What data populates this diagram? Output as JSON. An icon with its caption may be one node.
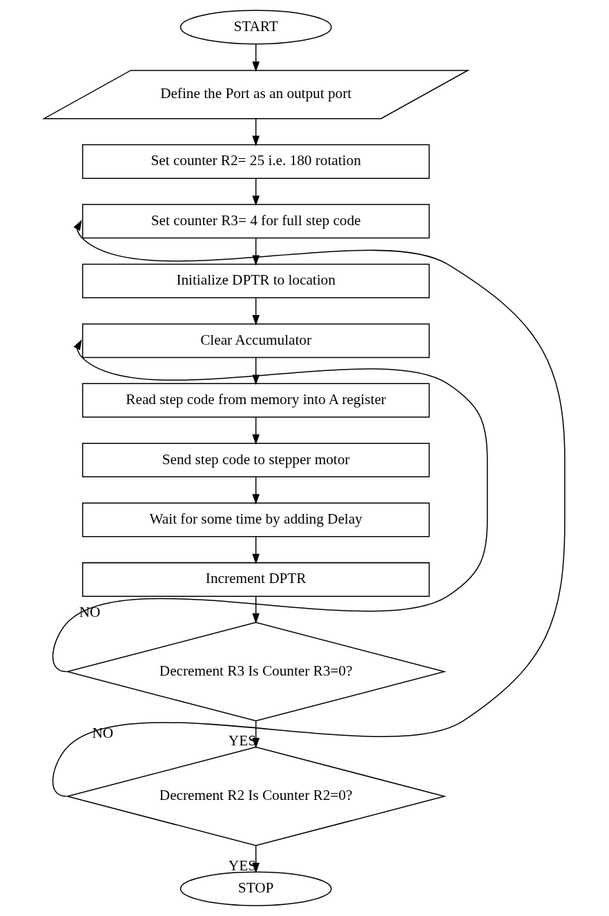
{
  "diagram": {
    "nodes": [
      {
        "text": [
          "START"
        ]
      },
      {
        "text": [
          "Define the Port as an output port"
        ]
      },
      {
        "text": [
          "Set counter R2= 25 i.e. 180 rotation"
        ]
      },
      {
        "text": [
          "Set counter R3= 4 for full step code"
        ]
      },
      {
        "text": [
          "Initialize DPTR to location"
        ]
      },
      {
        "text": [
          "Clear Accumulator"
        ]
      },
      {
        "text": [
          "Read step code from memory into A register"
        ]
      },
      {
        "text": [
          "Send step code to stepper motor"
        ]
      },
      {
        "text": [
          "Wait for some time by adding Delay"
        ]
      },
      {
        "text": [
          "Increment DPTR"
        ]
      },
      {
        "text": [
          "Decrement R3 Is Counter R3=0?"
        ]
      },
      {
        "text": [
          "Decrement R2 Is Counter R2=0?"
        ]
      },
      {
        "text": [
          "STOP"
        ]
      }
    ],
    "edges": [
      {
        "from": 0,
        "to": 1,
        "arrow": "to"
      },
      {
        "from": 1,
        "to": 2,
        "arrow": "to"
      },
      {
        "from": 2,
        "to": 3,
        "arrow": "to"
      },
      {
        "from": 3,
        "to": 4,
        "arrow": "to"
      },
      {
        "from": 4,
        "to": 5,
        "arrow": "to"
      },
      {
        "from": 5,
        "to": 6,
        "arrow": "to"
      },
      {
        "from": 6,
        "to": 7,
        "arrow": "to"
      },
      {
        "from": 7,
        "to": 8,
        "arrow": "to"
      },
      {
        "from": 8,
        "to": 9,
        "arrow": "to"
      },
      {
        "from": 9,
        "to": 10,
        "arrow": "to"
      },
      {
        "from": 10,
        "to": 5,
        "arrow": "to",
        "label": "NO"
      },
      {
        "from": 10,
        "to": 11,
        "arrow": "to",
        "label": "YES"
      },
      {
        "from": 11,
        "to": 3,
        "arrow": "to",
        "label": "NO"
      },
      {
        "from": 11,
        "to": 12,
        "arrow": "to",
        "label": "YES"
      }
    ]
  }
}
